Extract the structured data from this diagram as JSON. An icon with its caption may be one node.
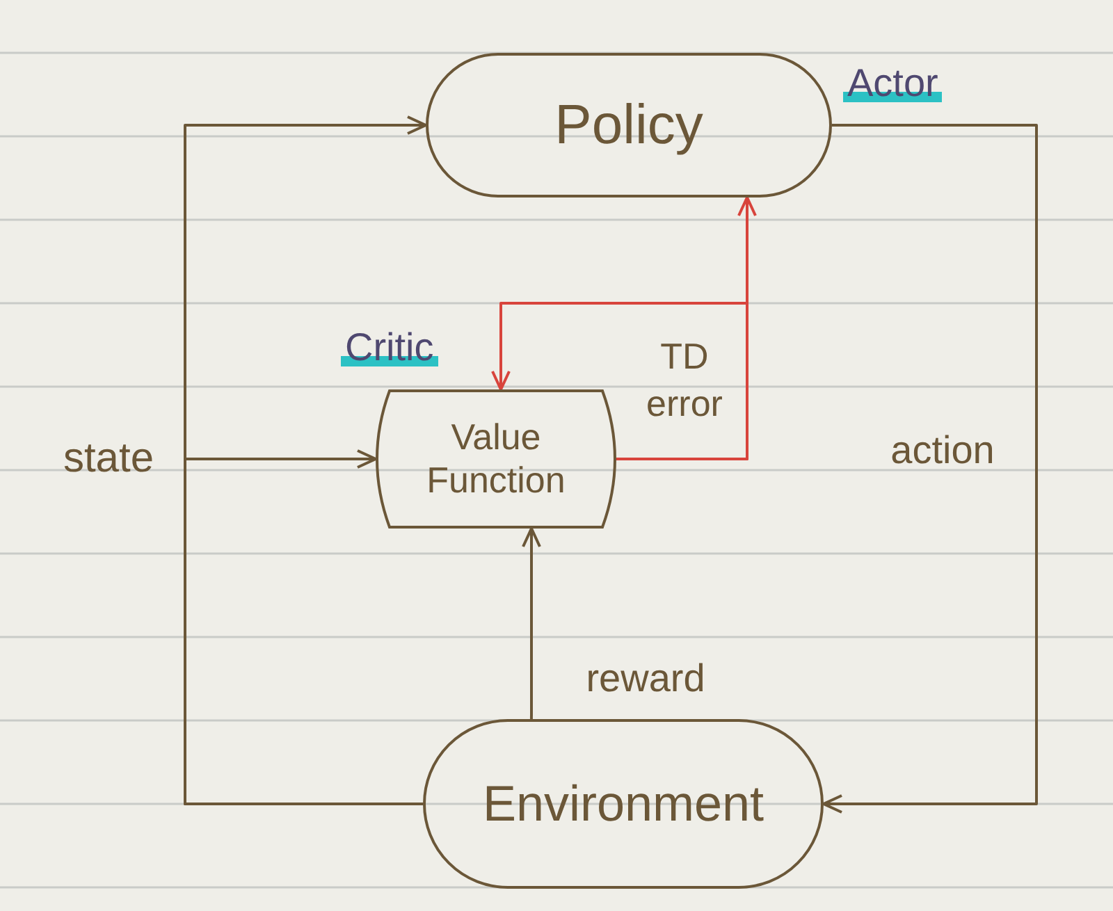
{
  "diagram": {
    "nodes": [
      {
        "text": [
          "Policy"
        ],
        "beside": [
          "Actor"
        ]
      },
      {
        "text": [
          "Value Function"
        ],
        "beside": [
          "Critic"
        ]
      },
      {
        "text": [
          "Environment"
        ]
      }
    ],
    "edges": [
      {
        "from": 2,
        "to": 0,
        "arrow": "to"
      },
      {
        "from": 2,
        "to": 1,
        "arrow": "to",
        "label": "state"
      },
      {
        "from": 0,
        "to": 2,
        "arrow": "to",
        "label": "action"
      },
      {
        "from": 2,
        "to": 1,
        "arrow": "to",
        "label": "reward"
      },
      {
        "from": 1,
        "to": 0,
        "arrow": "to",
        "label": "TD error",
        "color": "#d8443c"
      },
      {
        "from": 1,
        "to": 1,
        "arrow": "to",
        "color": "#d8443c"
      }
    ]
  }
}
